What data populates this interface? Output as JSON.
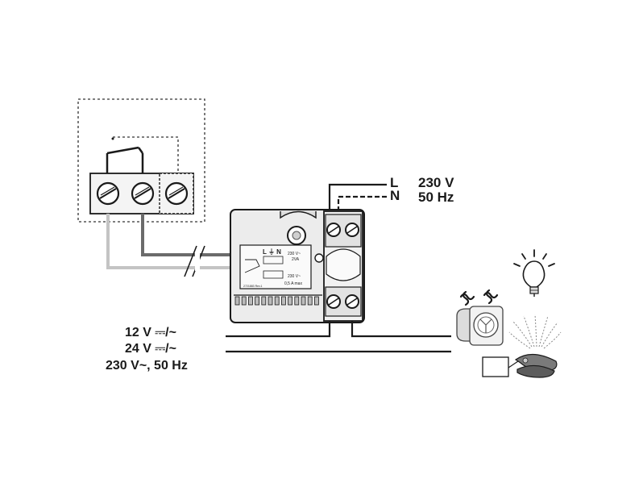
{
  "supply": {
    "line_label": "L",
    "neutral_label": "N",
    "voltage": "230 V",
    "frequency": "50 Hz"
  },
  "load_voltages": {
    "line1": "12 V ⎓/~",
    "line2": "24 V ⎓/~",
    "line3": "230 V~, 50 Hz"
  },
  "module_label": {
    "terminals": "L ⏚ N",
    "rating_top": "230 V~",
    "rating_top2": "2VA",
    "rating_bottom": "230 V~",
    "rating_bottom2": "0,5 A max",
    "code": "2721883 Rev.1"
  },
  "loads": [
    "fan-icon",
    "lamp-icon",
    "sprinkler-icon",
    "valve-icon"
  ],
  "colors": {
    "line": "#1a1a1a",
    "wire_dark": "#6b6b6b",
    "wire_light": "#bdbdbd",
    "module_fill": "#e8e8e8"
  }
}
